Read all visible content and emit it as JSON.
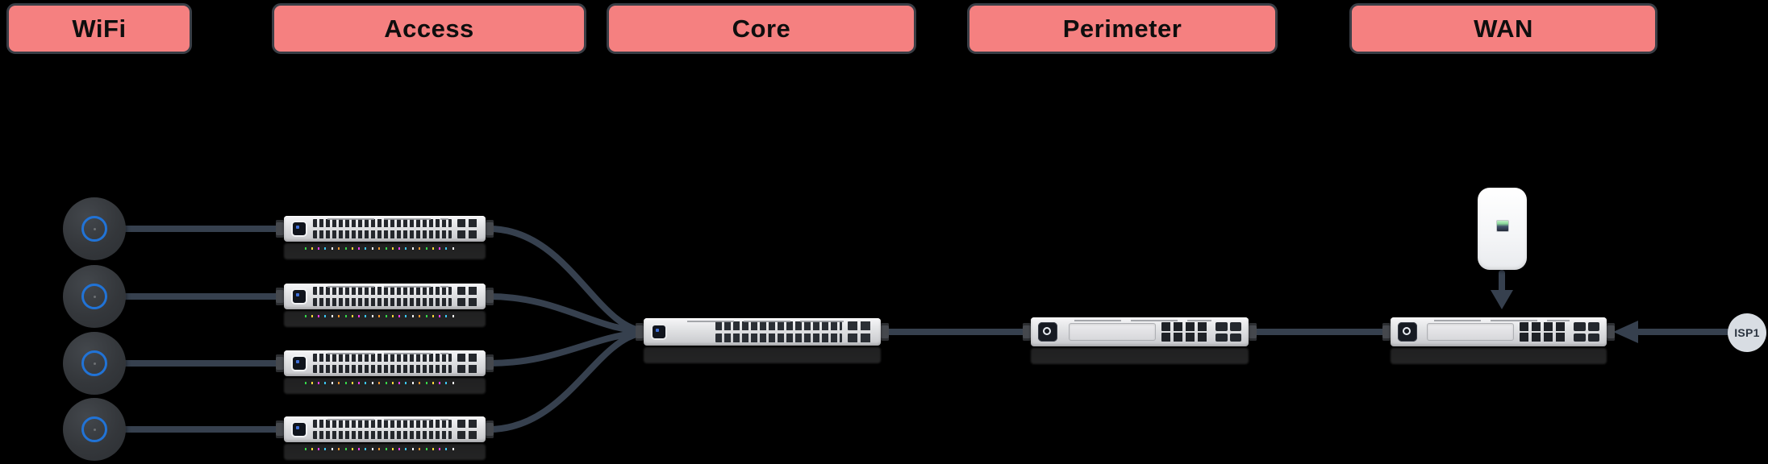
{
  "headers": [
    {
      "id": "wifi",
      "label": "WiFi"
    },
    {
      "id": "access",
      "label": "Access"
    },
    {
      "id": "core",
      "label": "Core"
    },
    {
      "id": "perimeter",
      "label": "Perimeter"
    },
    {
      "id": "wan",
      "label": "WAN"
    }
  ],
  "isp": {
    "label": "ISP1"
  },
  "nodes": [
    "ap-1",
    "ap-2",
    "ap-3",
    "ap-4",
    "switch-1",
    "switch-2",
    "switch-3",
    "switch-4",
    "core-switch",
    "perimeter-gateway",
    "wan-gateway",
    "lte-backup",
    "isp1"
  ],
  "edges": [
    {
      "from": "ap-1",
      "to": "switch-1"
    },
    {
      "from": "ap-2",
      "to": "switch-2"
    },
    {
      "from": "ap-3",
      "to": "switch-3"
    },
    {
      "from": "ap-4",
      "to": "switch-4"
    },
    {
      "from": "switch-1",
      "to": "core-switch"
    },
    {
      "from": "switch-2",
      "to": "core-switch"
    },
    {
      "from": "switch-3",
      "to": "core-switch"
    },
    {
      "from": "switch-4",
      "to": "core-switch"
    },
    {
      "from": "core-switch",
      "to": "perimeter-gateway"
    },
    {
      "from": "perimeter-gateway",
      "to": "wan-gateway"
    },
    {
      "from": "lte-backup",
      "to": "wan-gateway",
      "arrow": "down"
    },
    {
      "from": "isp1",
      "to": "wan-gateway",
      "arrow": "left"
    }
  ],
  "colors": {
    "background": "#000000",
    "header_bg": "#F58080",
    "header_border": "#3A3E46",
    "header_text": "#0E0E0E",
    "link": "#36404E",
    "ap_ring": "#2173D6",
    "port_dark": "#24272C",
    "isp_bg": "#D8DDE3",
    "isp_text": "#2B3440"
  }
}
